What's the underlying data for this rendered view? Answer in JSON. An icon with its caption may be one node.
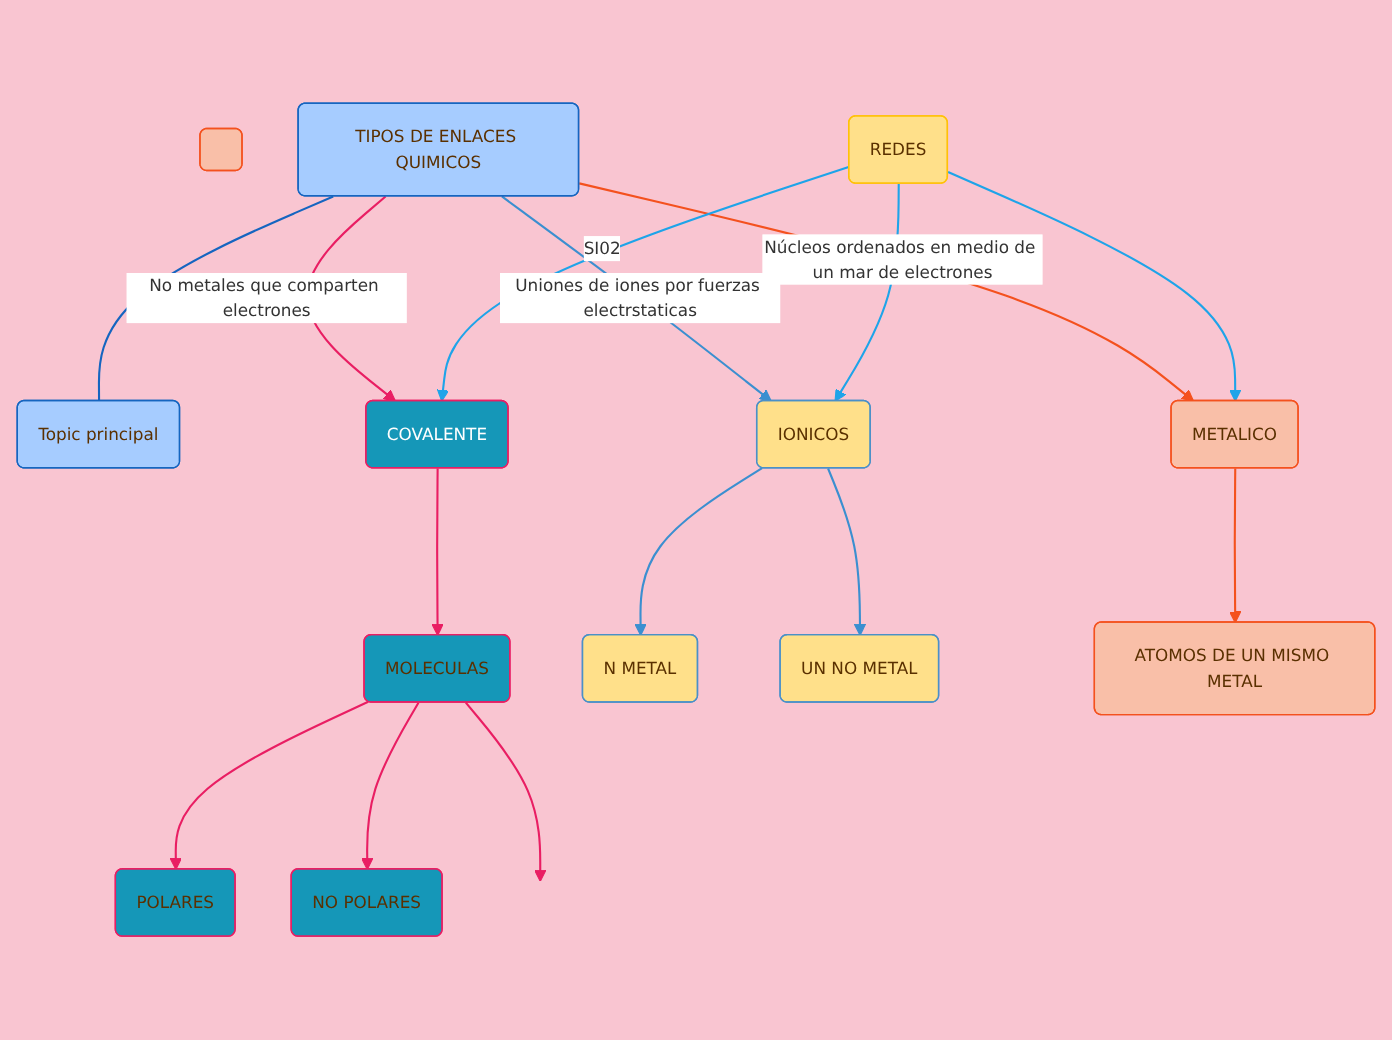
{
  "diagram": {
    "nodes": [
      {
        "text": [],
        "shape": "box"
      },
      {
        "text": [
          "TIPOS DE ENLACES QUIMICOS"
        ]
      },
      {
        "text": [
          "Topic principal"
        ]
      },
      {
        "text": [
          "IONICOS"
        ]
      },
      {
        "text": [
          "METALICO"
        ]
      },
      {
        "text": [
          "COVALENTE"
        ]
      },
      {
        "text": [
          "MOLECULAS"
        ]
      },
      {
        "text": [
          "REDES"
        ]
      },
      {
        "text": [
          "N METAL"
        ]
      },
      {
        "text": [
          "UN NO METAL"
        ]
      },
      {
        "text": [
          "ATOMOS DE UN MISMO METAL"
        ]
      },
      {
        "text": [
          "POLARES"
        ]
      },
      {
        "text": [
          "NO POLARES"
        ]
      }
    ],
    "edges": [
      {
        "from": 1,
        "to": 3,
        "arrow": "to",
        "label": "Uniones de iones por fuerzas electrstaticas",
        "color": "#3b8fd0"
      },
      {
        "from": 1,
        "to": 2,
        "arrow": "none",
        "color": "#1565c0"
      },
      {
        "from": 1,
        "to": 4,
        "arrow": "to",
        "label": "Núcleos ordenados en medio de un mar de electrones",
        "color": "#f4511e"
      },
      {
        "from": 1,
        "to": 5,
        "arrow": "to",
        "label": "No metales que comparten electrones",
        "color": "#e91e63"
      },
      {
        "from": 3,
        "to": 8,
        "arrow": "to",
        "color": "#3b8fd0"
      },
      {
        "from": 3,
        "to": 9,
        "arrow": "to",
        "color": "#3b8fd0"
      },
      {
        "from": 7,
        "to": 3,
        "arrow": "to",
        "color": "#1ea4e9"
      },
      {
        "from": 7,
        "to": 4,
        "arrow": "to",
        "color": "#1ea4e9"
      },
      {
        "from": 7,
        "to": 5,
        "arrow": "to",
        "label": "SI02",
        "color": "#1ea4e9"
      },
      {
        "from": 4,
        "to": 10,
        "arrow": "to",
        "color": "#f4511e"
      },
      {
        "from": 5,
        "to": 6,
        "arrow": "to",
        "color": "#e91e63"
      },
      {
        "from": 6,
        "to": 11,
        "arrow": "to",
        "color": "#e91e63"
      },
      {
        "from": 6,
        "to": 12,
        "arrow": "to",
        "color": "#e91e63"
      },
      {
        "from": 6,
        "to": null,
        "arrow": "to",
        "color": "#e91e63"
      }
    ]
  }
}
